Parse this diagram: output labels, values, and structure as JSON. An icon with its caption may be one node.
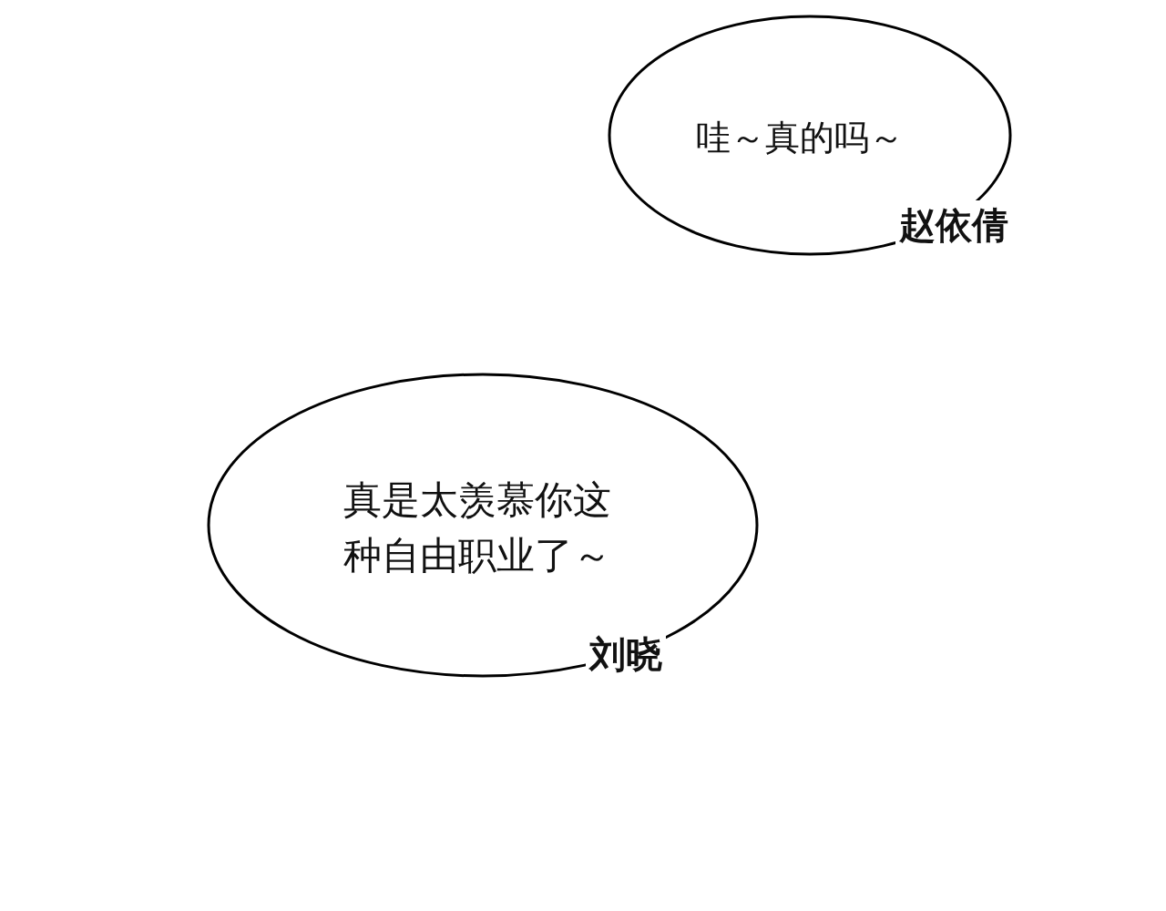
{
  "diagram": {
    "nodes": [
      {
        "text": [
          "哇～真的吗～",
          "赵依倩"
        ]
      },
      {
        "text": [
          "真是太羡慕你这种自由职业了～",
          "刘晓"
        ]
      }
    ]
  }
}
